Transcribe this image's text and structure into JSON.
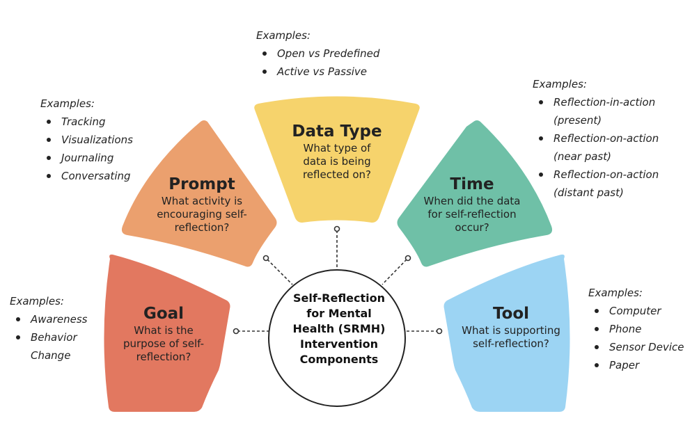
{
  "center": {
    "lines": [
      "Self-Reflection",
      "for Mental",
      "Health (SRMH)",
      "Intervention",
      "Components"
    ]
  },
  "components": {
    "goal": {
      "title": "Goal",
      "question": [
        "What is the",
        "purpose of self-",
        "reflection?"
      ],
      "color": "#E27860"
    },
    "prompt": {
      "title": "Prompt",
      "question": [
        "What activity is",
        "encouraging self-",
        "reflection?"
      ],
      "color": "#EBA06E"
    },
    "data_type": {
      "title": "Data Type",
      "question": [
        "What type of",
        "data is being",
        "reflected on?"
      ],
      "color": "#F6D36C"
    },
    "time": {
      "title": "Time",
      "question": [
        "When did the data",
        "for self-reflection",
        "occur?"
      ],
      "color": "#6FC0A7"
    },
    "tool": {
      "title": "Tool",
      "question": [
        "What is supporting",
        "self-reflection?"
      ],
      "color": "#9CD4F3"
    }
  },
  "examples": {
    "goal": {
      "header": "Examples:",
      "items": [
        [
          "Awareness"
        ],
        [
          "Behavior",
          "Change"
        ]
      ]
    },
    "prompt": {
      "header": "Examples:",
      "items": [
        [
          "Tracking"
        ],
        [
          "Visualizations"
        ],
        [
          "Journaling"
        ],
        [
          "Conversating"
        ]
      ]
    },
    "data_type": {
      "header": "Examples:",
      "items": [
        [
          "Open vs Predefined"
        ],
        [
          "Active vs Passive"
        ]
      ]
    },
    "time": {
      "header": "Examples:",
      "items": [
        [
          "Reflection-in-action",
          "(present)"
        ],
        [
          "Reflection-on-action",
          "(near past)"
        ],
        [
          "Reflection-on-action",
          "(distant past)"
        ]
      ]
    },
    "tool": {
      "header": "Examples:",
      "items": [
        [
          "Computer"
        ],
        [
          "Phone"
        ],
        [
          "Sensor Device"
        ],
        [
          "Paper"
        ]
      ]
    }
  }
}
